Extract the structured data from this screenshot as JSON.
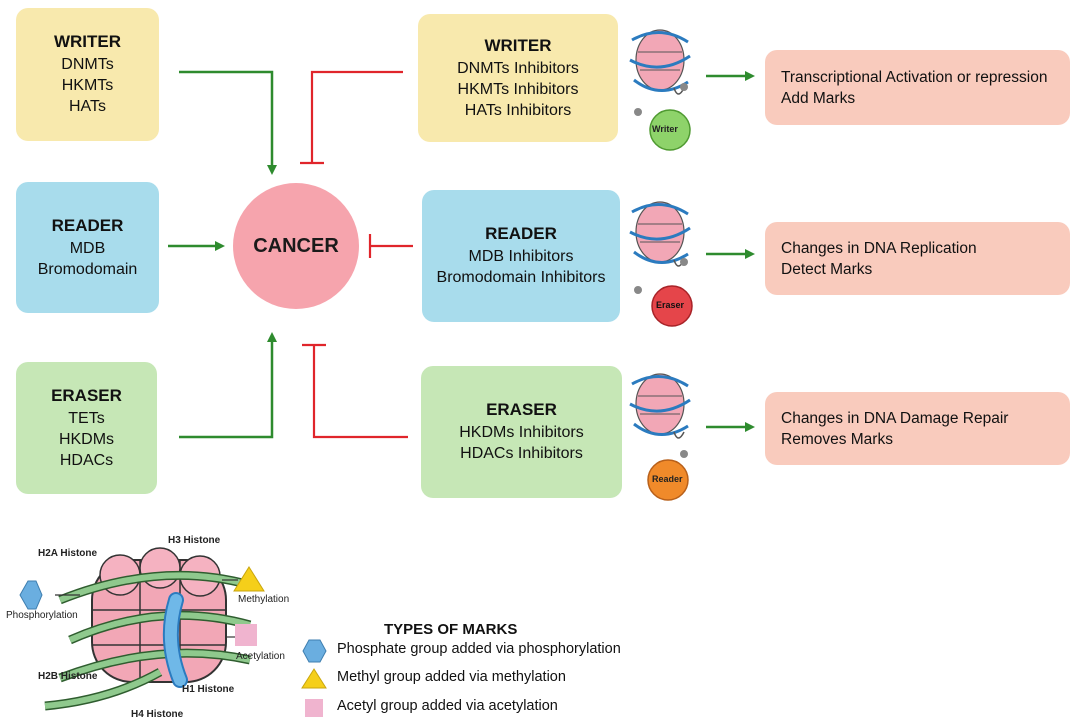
{
  "left": {
    "writer": {
      "title": "WRITER",
      "lines": [
        "DNMTs",
        "HKMTs",
        "HATs"
      ]
    },
    "reader": {
      "title": "READER",
      "lines": [
        "MDB",
        "Bromodomain"
      ]
    },
    "eraser": {
      "title": "ERASER",
      "lines": [
        "TETs",
        "HKDMs",
        "HDACs"
      ]
    }
  },
  "center": {
    "label": "CANCER"
  },
  "right": {
    "writer": {
      "title": "WRITER",
      "lines": [
        "DNMTs Inhibitors",
        "HKMTs Inhibitors",
        "HATs Inhibitors"
      ],
      "enzyme": "Writer"
    },
    "reader": {
      "title": "READER",
      "lines": [
        "MDB Inhibitors",
        "Bromodomain Inhibitors"
      ],
      "enzyme": "Eraser"
    },
    "eraser": {
      "title": "ERASER",
      "lines": [
        "HKDMs Inhibitors",
        "HDACs Inhibitors"
      ],
      "enzyme": "Reader"
    }
  },
  "results": [
    [
      "Transcriptional Activation or repression",
      "Add Marks"
    ],
    [
      "Changes in DNA Replication",
      "Detect Marks"
    ],
    [
      "Changes in DNA Damage Repair",
      "Removes Marks"
    ]
  ],
  "nucleosome": {
    "h3": "H3 Histone",
    "h2a": "H2A Histone",
    "h2b": "H2B Histone",
    "h1": "H1 Histone",
    "h4": "H4 Histone",
    "phosphorylation": "Phosphorylation",
    "methylation": "Methylation",
    "acetylation": "Acetylation"
  },
  "marks": {
    "title": "TYPES OF MARKS",
    "items": [
      "Phosphate group added via phosphorylation",
      "Methyl group added via methylation",
      "Acetyl group added via acetylation"
    ]
  },
  "colors": {
    "writer": "#f8e9ad",
    "reader": "#a8dcec",
    "eraser": "#c6e7b6",
    "result": "#f9cbbd",
    "cancer": "#f6a4ad",
    "activate_arrow": "#2e8b2e",
    "inhibit_arrow": "#e0252b",
    "phosphate": "#6aaee0",
    "methyl": "#f5cf1a",
    "acetyl": "#f0b4cf"
  }
}
